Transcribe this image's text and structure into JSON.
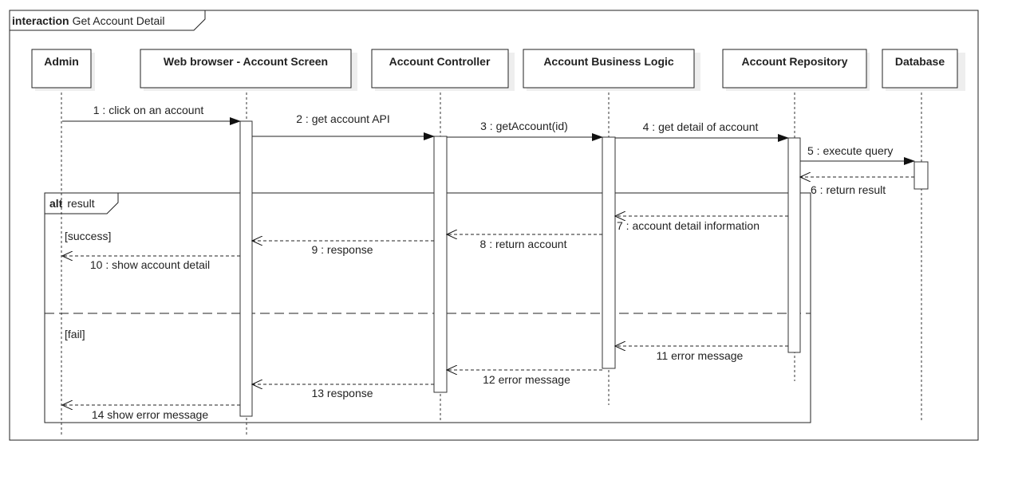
{
  "diagram": {
    "frame_keyword": "interaction",
    "frame_title": "Get Account Detail",
    "participants": [
      {
        "id": "admin",
        "label": "Admin"
      },
      {
        "id": "browser",
        "label": "Web browser - Account Screen"
      },
      {
        "id": "controller",
        "label": "Account Controller"
      },
      {
        "id": "logic",
        "label": "Account Business Logic"
      },
      {
        "id": "repo",
        "label": "Account Repository"
      },
      {
        "id": "db",
        "label": "Database"
      }
    ],
    "messages": [
      {
        "label": "1 : click on an account",
        "from": "admin",
        "to": "browser",
        "kind": "sync"
      },
      {
        "label": "2 : get account API",
        "from": "browser",
        "to": "controller",
        "kind": "sync"
      },
      {
        "label": "3 : getAccount(id)",
        "from": "controller",
        "to": "logic",
        "kind": "sync"
      },
      {
        "label": "4 : get detail of account",
        "from": "logic",
        "to": "repo",
        "kind": "sync"
      },
      {
        "label": "5 : execute query",
        "from": "repo",
        "to": "db",
        "kind": "sync"
      },
      {
        "label": "6 : return result",
        "from": "db",
        "to": "repo",
        "kind": "return"
      },
      {
        "label": "7 : account detail information",
        "from": "repo",
        "to": "logic",
        "kind": "return"
      },
      {
        "label": "8 : return account",
        "from": "logic",
        "to": "controller",
        "kind": "return"
      },
      {
        "label": "9 : response",
        "from": "controller",
        "to": "browser",
        "kind": "return"
      },
      {
        "label": "10 : show account detail",
        "from": "browser",
        "to": "admin",
        "kind": "return"
      },
      {
        "label": "11 error message",
        "from": "repo",
        "to": "logic",
        "kind": "return"
      },
      {
        "label": "12 error message",
        "from": "logic",
        "to": "controller",
        "kind": "return"
      },
      {
        "label": "13 response",
        "from": "controller",
        "to": "browser",
        "kind": "return"
      },
      {
        "label": "14 show error message",
        "from": "browser",
        "to": "admin",
        "kind": "return"
      }
    ],
    "alt_fragment": {
      "keyword": "alt",
      "condition": "result",
      "guard_success": "[success]",
      "guard_fail": "[fail]"
    }
  }
}
